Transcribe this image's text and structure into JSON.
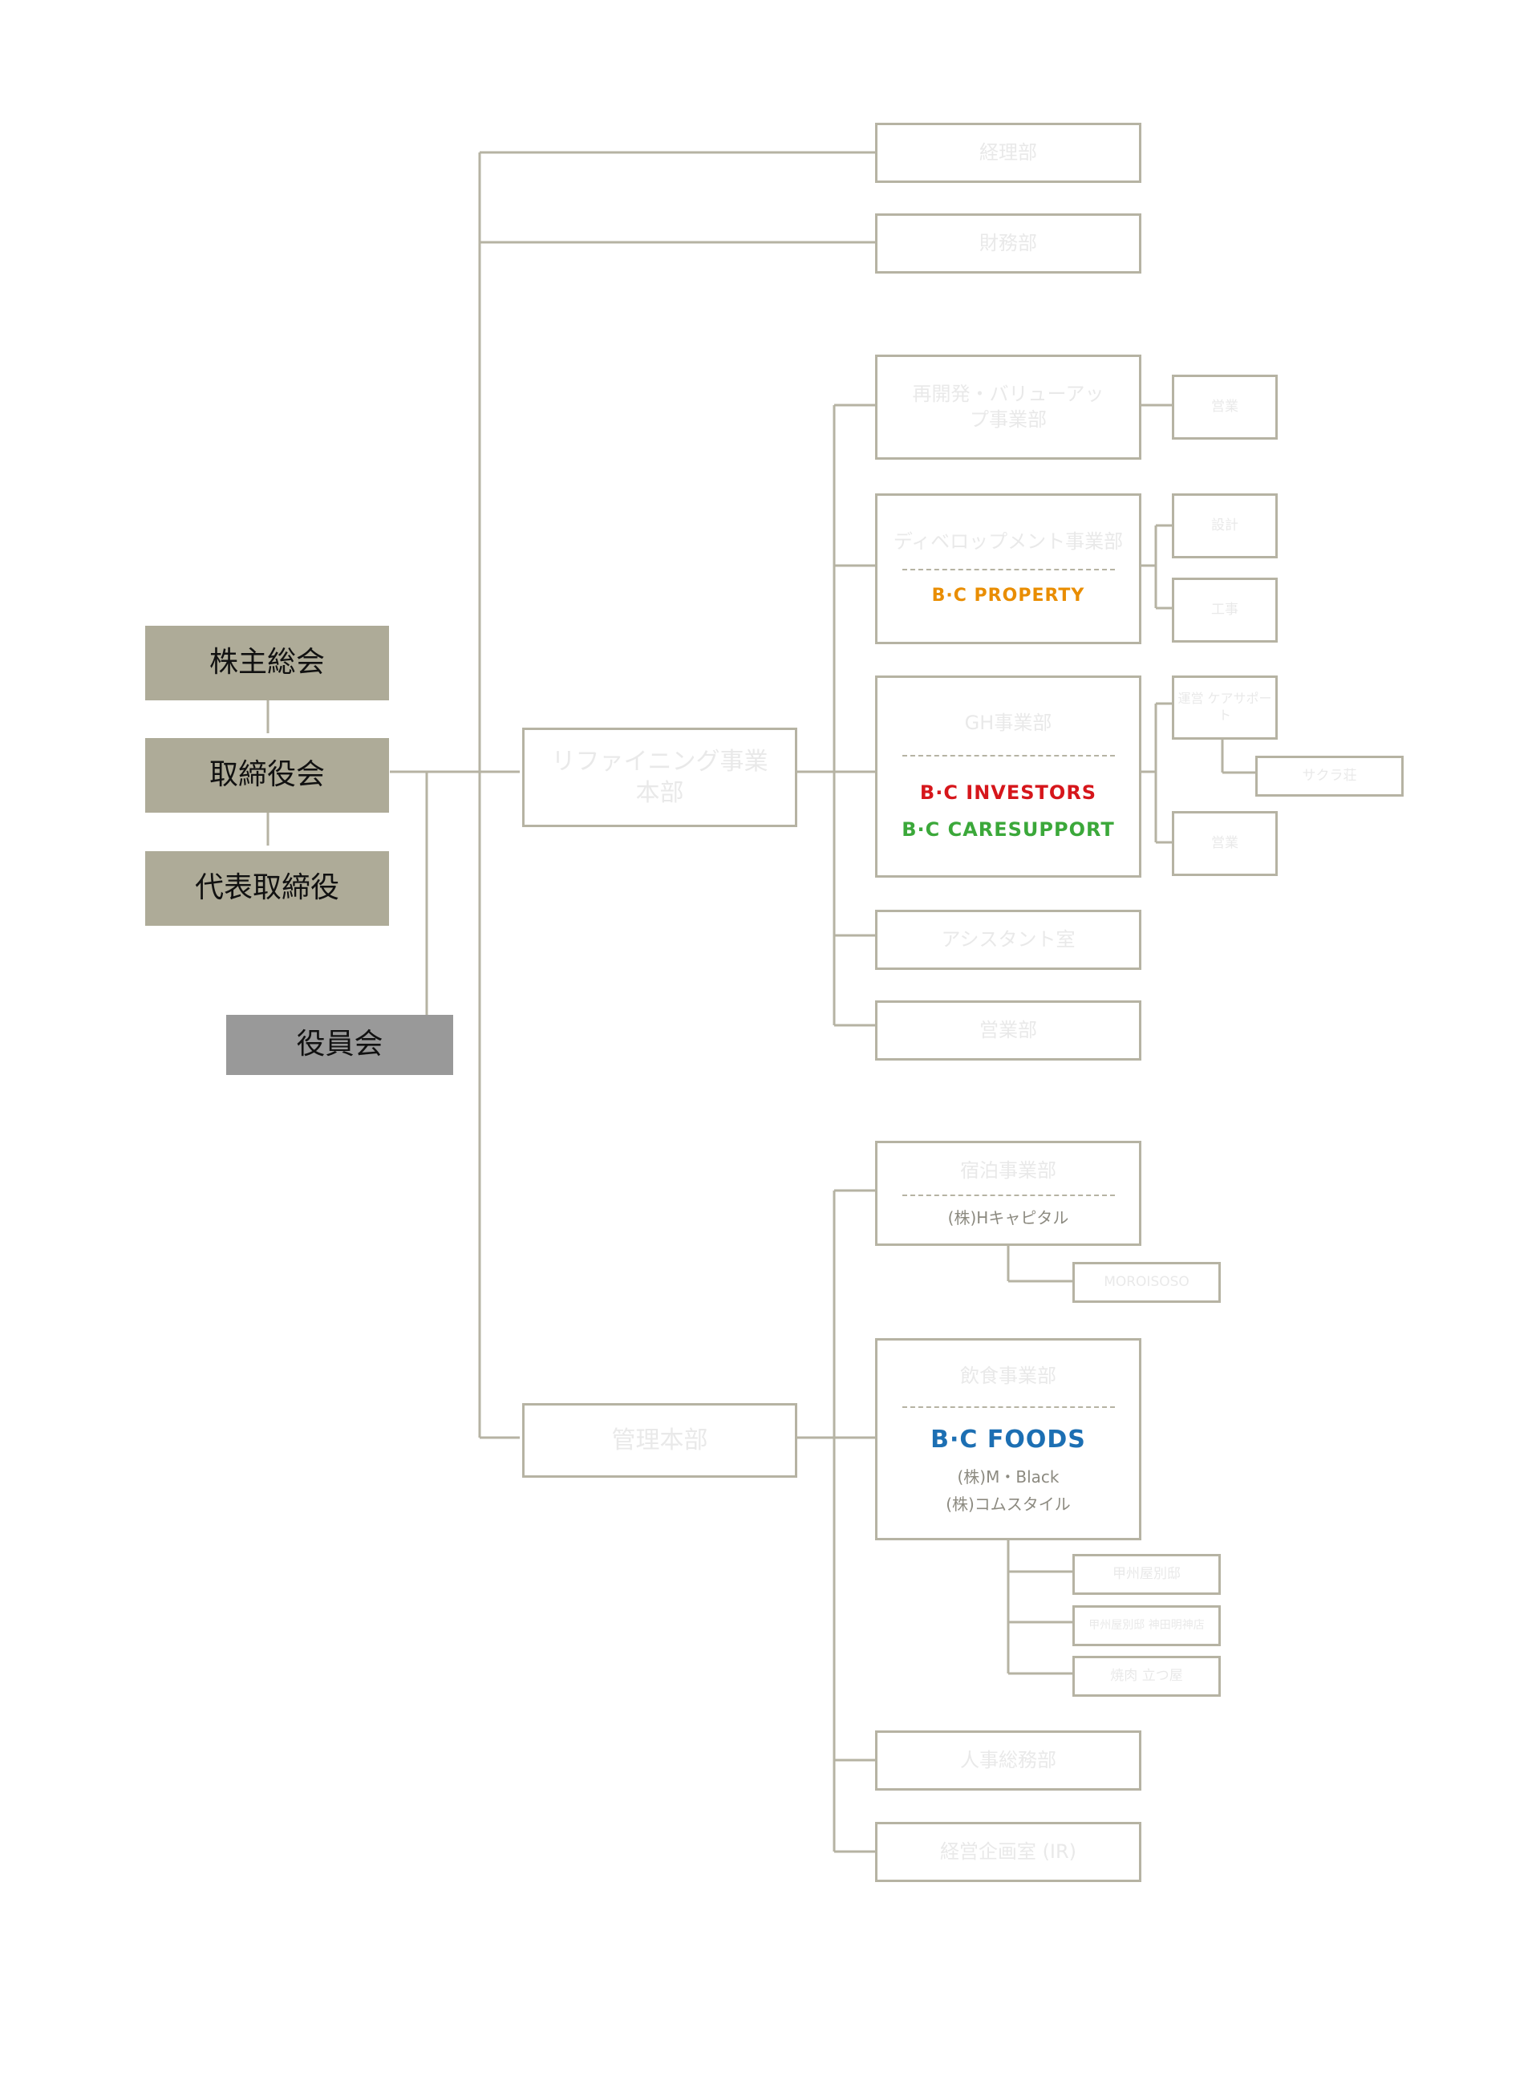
{
  "colors": {
    "line": "#b6b3a3",
    "solid_box": "#aeab98",
    "gray_box": "#999999",
    "property": "#e98d00",
    "investors": "#d6161b",
    "caresupport": "#3ba83a",
    "foods": "#1c6fb3"
  },
  "top": {
    "shareholders": "株主総会",
    "board": "取締役会",
    "representative": "代表取締役",
    "officers": "役員会"
  },
  "top_branch": {
    "accounting": "経理部",
    "finance": "財務部"
  },
  "refining": {
    "title": "リファイニング事業本部",
    "redev": {
      "title": "再開発・バリューアップ事業部",
      "sub": "営業"
    },
    "development": {
      "title": "ディベロップメント事業部",
      "brand": "B·C PROPERTY",
      "subs": [
        "設計",
        "工事"
      ]
    },
    "gh": {
      "title": "GH事業部",
      "brand1": "B·C INVESTORS",
      "brand2": "B·C CARESUPPORT",
      "operation": "運営 ケアサポート",
      "sakura": "サクラ荘",
      "sales": "営業"
    },
    "assistant": "アシスタント室",
    "sales_dept": "営業部"
  },
  "admin": {
    "title": "管理本部",
    "lodging": {
      "title": "宿泊事業部",
      "company": "(株)Hキャピタル",
      "child": "MOROISOSO"
    },
    "food": {
      "title": "飲食事業部",
      "brand": "B·C FOODS",
      "company1": "(株)M・Black",
      "company2": "(株)コムスタイル",
      "children": [
        "甲州屋別邸",
        "甲州屋別邸 神田明神店",
        "焼肉 立つ屋"
      ]
    },
    "hr": "人事総務部",
    "planning": "経営企画室 (IR)"
  }
}
